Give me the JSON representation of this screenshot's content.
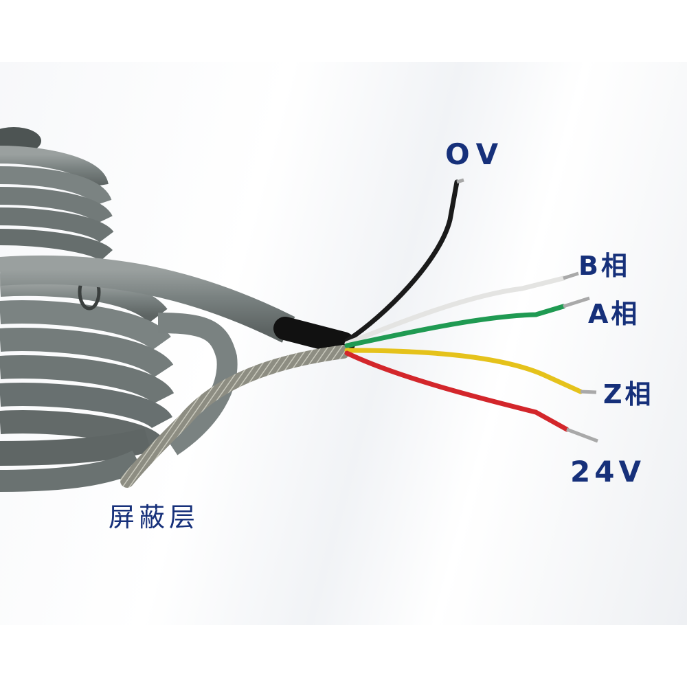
{
  "labels": {
    "zero_v": "OV",
    "phase_b": "B相",
    "phase_a": "A相",
    "phase_z": "Z相",
    "v24": "24V",
    "shield": "屏蔽层"
  },
  "colors": {
    "label_text": "#16307a",
    "cable_jacket": "#7d8584",
    "wire_black": "#1a1a1a",
    "wire_white": "#e4e4e2",
    "wire_green": "#1f9a52",
    "wire_yellow": "#e5c21b",
    "wire_red": "#d3262b",
    "shield_braid": "#9a9a8e"
  }
}
